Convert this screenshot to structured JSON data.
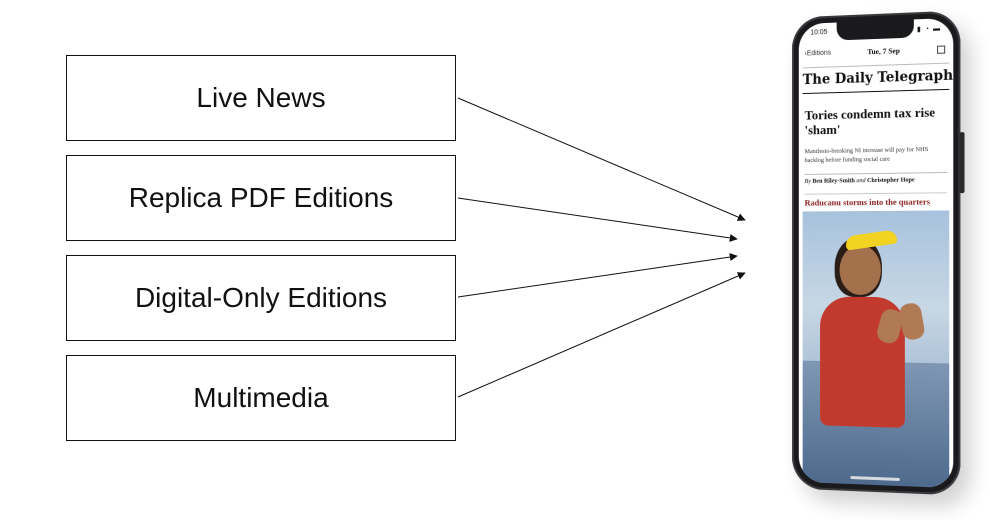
{
  "boxes": [
    {
      "label": "Live News"
    },
    {
      "label": "Replica PDF Editions"
    },
    {
      "label": "Digital-Only Editions"
    },
    {
      "label": "Multimedia"
    }
  ],
  "phone": {
    "status_time": "10:05",
    "status_icons": "signal-wifi-battery",
    "nav_back": "Editions",
    "nav_date": "Tue, 7 Sep",
    "nav_icon": "grid-icon",
    "masthead": "The Daily Telegraph",
    "headline": "Tories condemn tax rise 'sham'",
    "standfirst": "Manifesto-breaking NI increase will pay for NHS backlog before funding social care",
    "byline_prefix": "By",
    "byline_author1": "Ben Riley-Smith",
    "byline_and": "and",
    "byline_author2": "Christopher Hope",
    "subhead": "Raducanu storms into the quarters"
  },
  "colors": {
    "box_border": "#111111",
    "arrow": "#111111",
    "phone_body": "#1a1a1c",
    "subhead": "#8a1d1d",
    "visor": "#f3d321"
  }
}
